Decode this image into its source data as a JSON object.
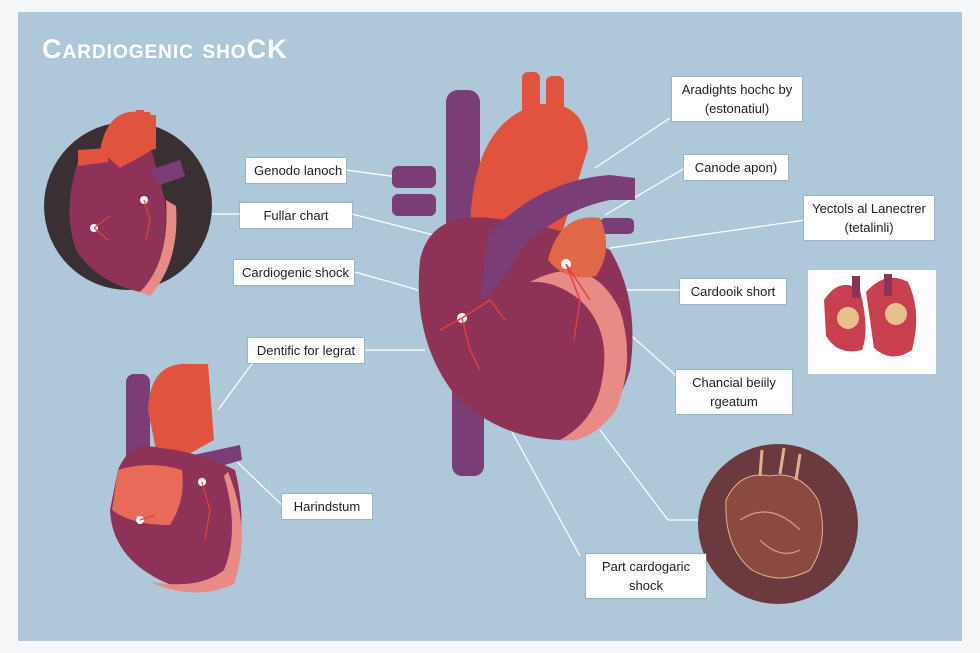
{
  "title": "Cardiogenic shoCK",
  "labels": {
    "genodo": "Genodo lanoch",
    "fullar": "Fullar chart",
    "cardiogenic": "Cardiogenic shock",
    "dentific": "Dentific for legrat",
    "harindstum": "Harindstum",
    "aradights_line1": "Aradights hochc by",
    "aradights_line2": "(estonatiul)",
    "canode": "Canode apon)",
    "yectols_line1": "Yectols al Lanectrer",
    "yectols_line2": "(tetalinli)",
    "cardooik": "Cardooik short",
    "chancial_line1": "Chancial beiily",
    "chancial_line2": "rgeatum",
    "part_line1": "Part cardogaric",
    "part_line2": "shock"
  },
  "colors": {
    "background": "#aec8da",
    "myocardium": "#8e3357",
    "aorta": "#e0533f",
    "vena_cava": "#7a3d75",
    "pericardium": "#e88a86"
  }
}
